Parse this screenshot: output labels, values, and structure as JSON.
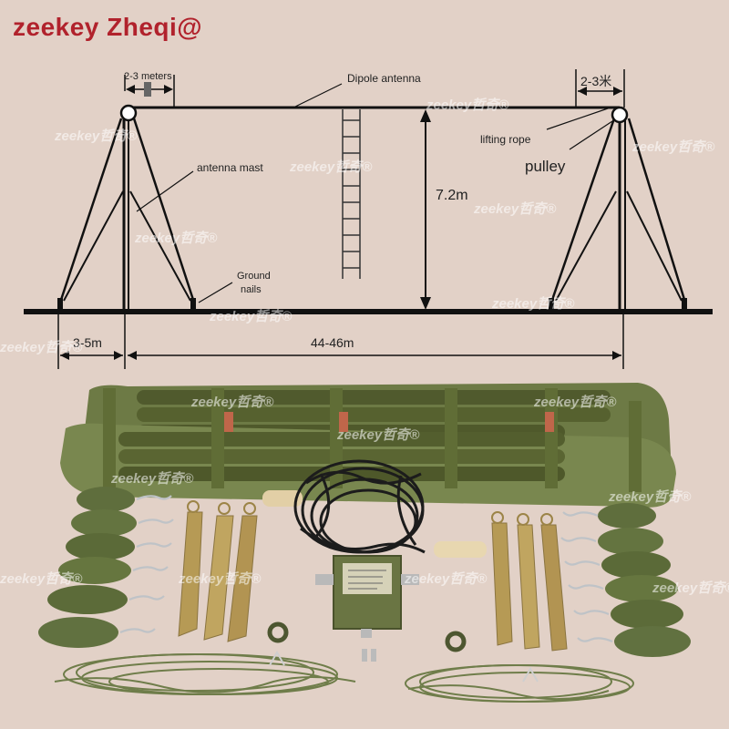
{
  "brand": {
    "text": "zeekey Zheqi@",
    "color": "#b1222c"
  },
  "watermark": {
    "text": "zeekey哲奇®"
  },
  "diagram": {
    "label_top_left_width": "2-3 meters",
    "label_top_right_width": "2-3米",
    "label_dipole": "Dipole antenna",
    "label_lifting_rope": "lifting rope",
    "label_pulley": "pulley",
    "label_mast": "antenna mast",
    "label_ground_nails_1": "Ground",
    "label_ground_nails_2": "nails",
    "label_height": "7.2m",
    "label_guy_distance": "3-5m",
    "label_span": "44-46m"
  },
  "colors": {
    "background": "#e2d1c7",
    "olive": "#5f6b3c",
    "olive_dark": "#48512b",
    "brass": "#b69a55",
    "cable": "#1c1c1c",
    "rope": "#6f7d4a"
  }
}
